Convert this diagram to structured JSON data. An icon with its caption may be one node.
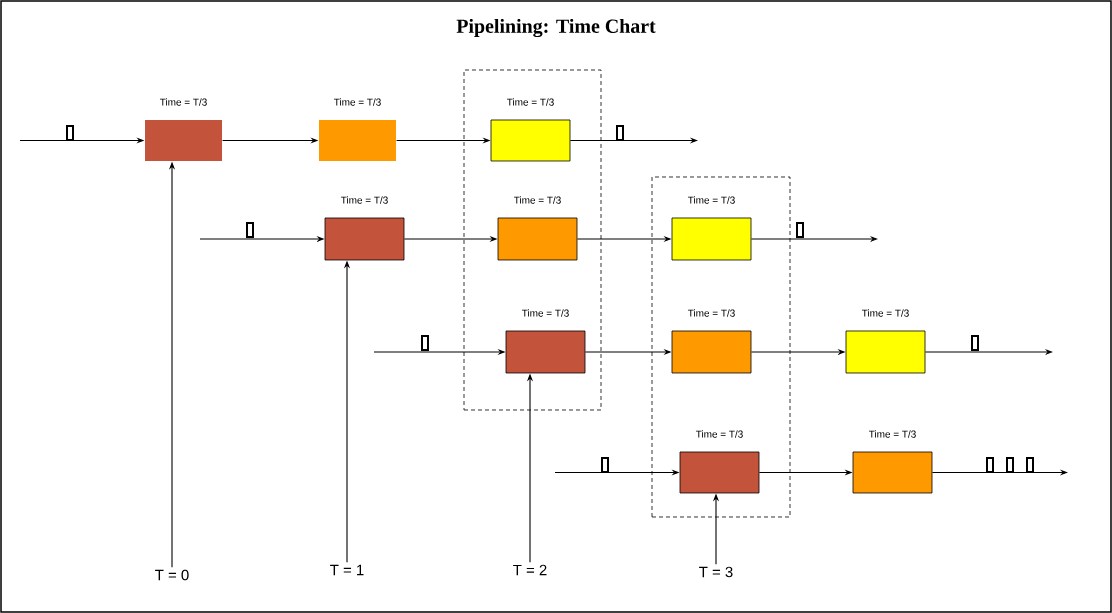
{
  "diagram": {
    "title": "Pipelining: Time Chart",
    "nodes": [
      {
        "text": [],
        "shape": "box",
        "beside": [
          "Time = T/3"
        ]
      },
      {
        "text": [],
        "shape": "box",
        "beside": [
          "Time = T/3"
        ]
      },
      {
        "text": [],
        "shape": "box"
      },
      {
        "text": [],
        "shape": "box",
        "beside": [
          "Time = T/3"
        ],
        "in": 2
      },
      {
        "text": [],
        "shape": "box",
        "beside": [
          "Time = T/3"
        ]
      },
      {
        "text": [],
        "shape": "box",
        "beside": [
          "Time = T/3"
        ],
        "in": 2
      },
      {
        "text": [],
        "shape": "box"
      },
      {
        "text": [],
        "shape": "box",
        "beside": [
          "Time = T/3"
        ],
        "in": 6
      },
      {
        "text": [],
        "shape": "box",
        "beside": [
          "Time = T/3"
        ],
        "in": 2
      },
      {
        "text": [],
        "shape": "box",
        "beside": [
          "Time = T/3"
        ],
        "in": 6
      },
      {
        "text": [],
        "shape": "box",
        "beside": [
          "Time = T/3"
        ]
      },
      {
        "text": [],
        "shape": "box",
        "beside": [
          "Time = T/3"
        ],
        "in": 6
      },
      {
        "text": [],
        "shape": "box",
        "beside": [
          "Time = T/3"
        ]
      },
      {
        "text": [
          "T = 0"
        ]
      },
      {
        "text": [
          "T = 1"
        ]
      },
      {
        "text": [
          "T = 2"
        ]
      },
      {
        "text": [
          "T = 3"
        ]
      }
    ],
    "edges": [
      {
        "from": null,
        "to": 0,
        "arrow": "to"
      },
      {
        "from": 0,
        "to": 1,
        "arrow": "to"
      },
      {
        "from": 1,
        "to": 3,
        "arrow": "to"
      },
      {
        "from": 3,
        "to": null,
        "arrow": "to"
      },
      {
        "from": null,
        "to": 4,
        "arrow": "to"
      },
      {
        "from": 4,
        "to": 5,
        "arrow": "to"
      },
      {
        "from": 5,
        "to": 7,
        "arrow": "to"
      },
      {
        "from": 7,
        "to": null,
        "arrow": "to"
      },
      {
        "from": null,
        "to": 8,
        "arrow": "to"
      },
      {
        "from": 8,
        "to": 9,
        "arrow": "to"
      },
      {
        "from": 9,
        "to": 10,
        "arrow": "to"
      },
      {
        "from": 10,
        "to": null,
        "arrow": "to"
      },
      {
        "from": null,
        "to": 11,
        "arrow": "to"
      },
      {
        "from": 11,
        "to": 12,
        "arrow": "to"
      },
      {
        "from": 12,
        "to": null,
        "arrow": "to"
      },
      {
        "from": 13,
        "to": 0,
        "arrow": "to"
      },
      {
        "from": 14,
        "to": 4,
        "arrow": "to"
      },
      {
        "from": 15,
        "to": 8,
        "arrow": "to"
      },
      {
        "from": 16,
        "to": 11,
        "arrow": "to"
      }
    ]
  }
}
